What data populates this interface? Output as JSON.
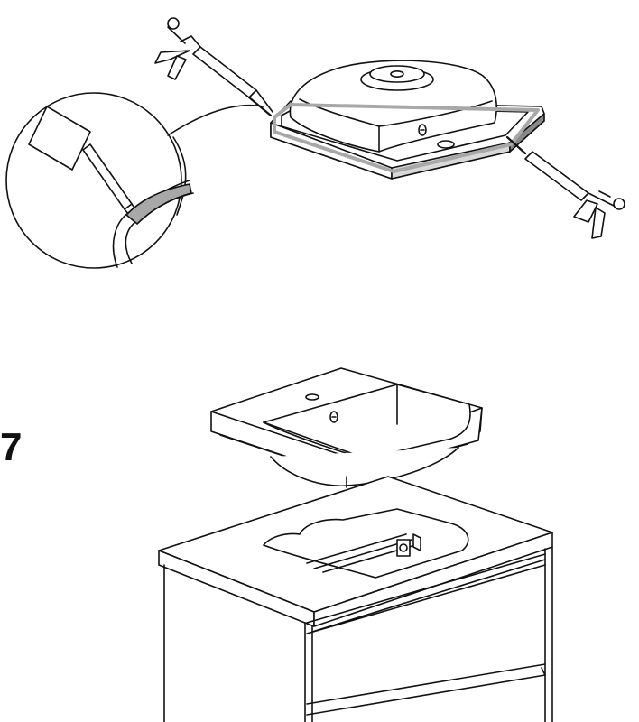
{
  "step": {
    "number": "7"
  },
  "colors": {
    "ink": "#111111",
    "shade": "#a8a8a8",
    "paper": "#ffffff"
  },
  "illustrations": {
    "top": "sealant-applied-to-sink-rim",
    "bottom": "sink-lowered-into-countertop"
  }
}
